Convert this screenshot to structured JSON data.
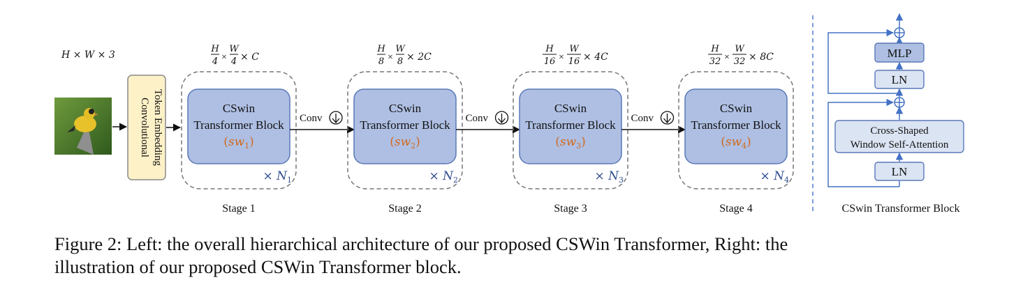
{
  "input": {
    "dims": "H × W × 3",
    "image_icon": "bird-photo"
  },
  "embedding": {
    "line1": "Convolutional",
    "line2": "Token Embedding"
  },
  "stages": [
    {
      "dims": {
        "f1n": "H",
        "f1d": "4",
        "f2n": "W",
        "f2d": "4",
        "c": "C"
      },
      "block": {
        "line1": "CSwin",
        "line2": "Transformer Block",
        "sw_base": "sw",
        "sw_sub": "1"
      },
      "repeat": {
        "n": "N",
        "sub": "1"
      },
      "label": "Stage 1"
    },
    {
      "dims": {
        "f1n": "H",
        "f1d": "8",
        "f2n": "W",
        "f2d": "8",
        "c": "2C"
      },
      "block": {
        "line1": "CSwin",
        "line2": "Transformer Block",
        "sw_base": "sw",
        "sw_sub": "2"
      },
      "repeat": {
        "n": "N",
        "sub": "2"
      },
      "label": "Stage 2"
    },
    {
      "dims": {
        "f1n": "H",
        "f1d": "16",
        "f2n": "W",
        "f2d": "16",
        "c": "4C"
      },
      "block": {
        "line1": "CSwin",
        "line2": "Transformer Block",
        "sw_base": "sw",
        "sw_sub": "3"
      },
      "repeat": {
        "n": "N",
        "sub": "3"
      },
      "label": "Stage 3"
    },
    {
      "dims": {
        "f1n": "H",
        "f1d": "32",
        "f2n": "W",
        "f2d": "32",
        "c": "8C"
      },
      "block": {
        "line1": "CSwin",
        "line2": "Transformer Block",
        "sw_base": "sw",
        "sw_sub": "4"
      },
      "repeat": {
        "n": "N",
        "sub": "4"
      },
      "label": "Stage 4"
    }
  ],
  "conv_label": "Conv",
  "block_detail": {
    "mlp": "MLP",
    "ln_top": "LN",
    "attention_line1": "Cross-Shaped",
    "attention_line2": "Window Self-Attention",
    "ln_bottom": "LN",
    "title": "CSwin Transformer Block"
  },
  "caption": {
    "line1": "Figure 2: Left: the overall hierarchical architecture of our proposed CSWin Transformer, Right: the",
    "line2": "illustration of our proposed CSWin Transformer block."
  },
  "colors": {
    "block_fill": "#aebfe3",
    "block_stroke": "#5a78b8",
    "sw_text": "#d2691e",
    "repeat_text": "#2f4d8f",
    "embed_fill": "#fdf1c8",
    "embed_stroke": "#8a8a8a",
    "detail_fill": "#dbe4f3",
    "residual": "#4472c4",
    "arrow": "#111111"
  }
}
